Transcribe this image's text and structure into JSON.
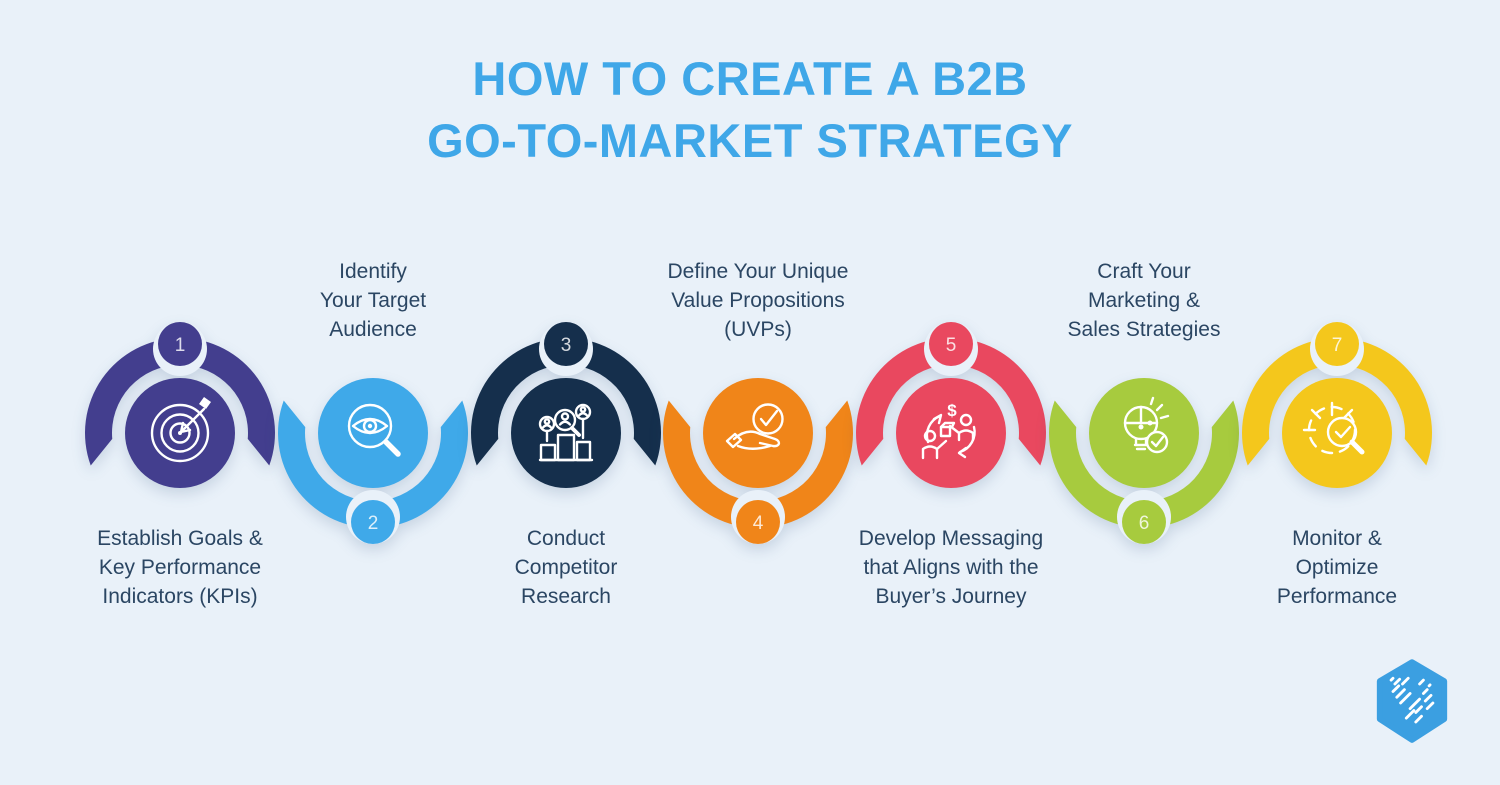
{
  "title": {
    "line1": "HOW TO CREATE A B2B",
    "line2": "GO-TO-MARKET STRATEGY"
  },
  "colors": {
    "background": "#e9f1f9",
    "title": "#3fa7e8",
    "label_text": "#2b4663"
  },
  "steps": [
    {
      "number": "1",
      "color": "#433e8e",
      "icon": "target-dart-icon",
      "position": "top",
      "label_lines": [
        "Establish Goals &",
        "Key Performance",
        "Indicators (KPIs)"
      ]
    },
    {
      "number": "2",
      "color": "#3fa9e9",
      "icon": "eye-magnifier-icon",
      "position": "bottom",
      "label_lines": [
        "Identify",
        "Your Target",
        "Audience"
      ]
    },
    {
      "number": "3",
      "color": "#152f4c",
      "icon": "competitor-research-icon",
      "position": "top",
      "label_lines": [
        "Conduct",
        "Competitor",
        "Research"
      ]
    },
    {
      "number": "4",
      "color": "#f08519",
      "icon": "hand-check-icon",
      "position": "bottom",
      "label_lines": [
        "Define Your Unique",
        "Value Propositions",
        "(UVPs)"
      ]
    },
    {
      "number": "5",
      "color": "#e9485f",
      "icon": "buyer-exchange-icon",
      "position": "top",
      "currency_symbol": "$",
      "label_lines": [
        "Develop Messaging",
        "that Aligns with the",
        "Buyer’s Journey"
      ]
    },
    {
      "number": "6",
      "color": "#a7cb3e",
      "icon": "puzzle-bulb-icon",
      "position": "bottom",
      "label_lines": [
        "Craft Your",
        "Marketing &",
        "Sales Strategies"
      ]
    },
    {
      "number": "7",
      "color": "#f4c71c",
      "icon": "gauge-magnifier-icon",
      "position": "top",
      "label_lines": [
        "Monitor &",
        "Optimize",
        "Performance"
      ]
    }
  ],
  "logo": {
    "name": "hexagon-brand-logo",
    "color": "#3b9fe1"
  }
}
